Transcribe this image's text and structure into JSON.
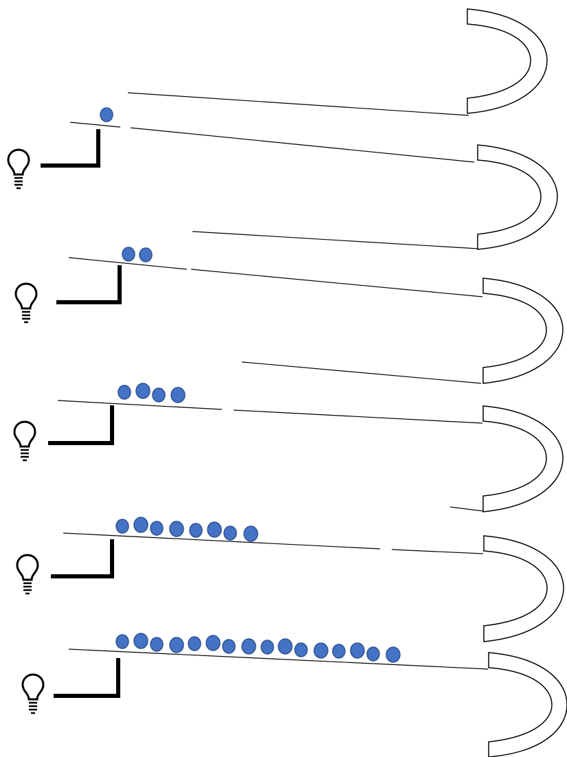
{
  "colors": {
    "ball_fill": "#4472c4",
    "ball_stroke": "#2f528f",
    "line": "#000000",
    "background": "#ffffff"
  },
  "icons": {
    "light_source": "lightbulb-icon",
    "reflector": "half-ring-reflector"
  },
  "stages": [
    {
      "index": 1,
      "ball_count": 1
    },
    {
      "index": 2,
      "ball_count": 2
    },
    {
      "index": 3,
      "ball_count": 4
    },
    {
      "index": 4,
      "ball_count": 8
    },
    {
      "index": 5,
      "ball_count": 16
    }
  ]
}
